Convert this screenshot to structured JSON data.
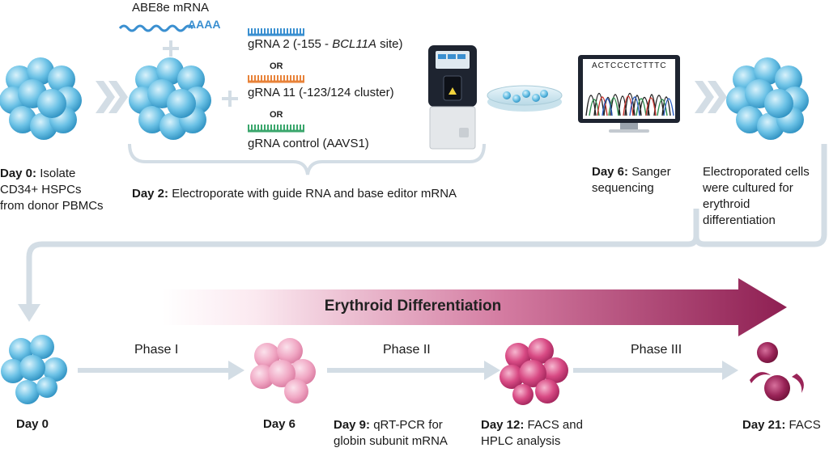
{
  "top": {
    "day0_bold": "Day 0:",
    "day0_rest_line1": " Isolate",
    "day0_line2": "CD34+ HSPCs",
    "day0_line3": "from donor PBMCs",
    "mrna_label": "ABE8e mRNA",
    "polyA": "AAAA",
    "grna2_prefix": "gRNA 2 (-155 - ",
    "grna2_italic": "BCL11A",
    "grna2_suffix": " site)",
    "or1": "OR",
    "grna11": "gRNA 11 (-123/124 cluster)",
    "or2": "OR",
    "grna_control": "gRNA control (AAVS1)",
    "day2_bold": "Day 2:",
    "day2_rest": " Electroporate with guide RNA and base editor mRNA",
    "day6_bold": "Day 6:",
    "day6_rest_line1": " Sanger",
    "day6_line2": "sequencing",
    "sequence": "ACTCCCTCTTTC",
    "cultured_line1": "Electroporated cells",
    "cultured_line2": "were cultured for",
    "cultured_line3": "erythroid",
    "cultured_line4": "differentiation"
  },
  "bottom": {
    "band_title": "Erythroid Differentiation",
    "phase1": "Phase I",
    "phase2": "Phase II",
    "phase3": "Phase III",
    "day0": "Day 0",
    "day6": "Day 6",
    "day9_bold": "Day 9:",
    "day9_rest_line1": " qRT-PCR for",
    "day9_line2": "globin subunit mRNA",
    "day12_bold": "Day 12:",
    "day12_rest_line1": " FACS and",
    "day12_line2": "HPLC analysis",
    "day21_bold": "Day 21:",
    "day21_rest": " FACS"
  },
  "colors": {
    "cell_blue": "#5cb8e0",
    "cell_blue_light": "#bfe6f7",
    "cell_pink": "#f0a8c4",
    "cell_magenta": "#c2366f",
    "cell_dark": "#8e1d4e",
    "connector": "#d3dde5",
    "grna2": "#3a8fd0",
    "grna11": "#e8833a",
    "grna_ctrl": "#3aa66c",
    "band_start": "#ffffff",
    "band_end": "#8e1f52"
  }
}
